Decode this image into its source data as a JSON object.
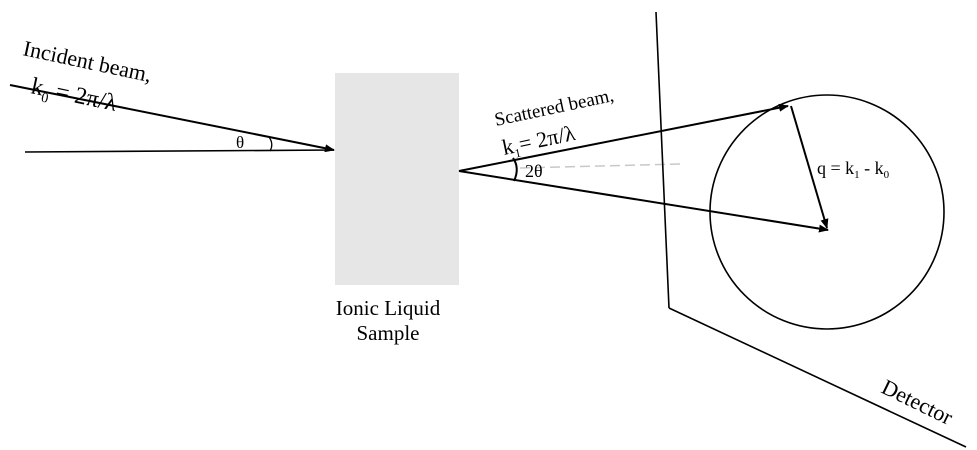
{
  "labels": {
    "incident_line1": "Incident beam,",
    "incident_k": "k",
    "incident_sub": "0",
    "incident_eq": " = 2π/λ",
    "theta": "θ",
    "sample_line1": "Ionic Liquid",
    "sample_line2": "Sample",
    "scattered_line1": "Scattered beam,",
    "scattered_k": "k",
    "scattered_sub": "1",
    "scattered_eq": "= 2π/λ",
    "two_theta": "2θ",
    "q_prefix": "q = k",
    "q_sub1": "1",
    "q_mid": " - k",
    "q_sub0": "0",
    "detector": "Detector"
  },
  "colors": {
    "sample_fill": "#e6e6e6",
    "line": "#000000",
    "dashed": "#c8c8c8"
  }
}
